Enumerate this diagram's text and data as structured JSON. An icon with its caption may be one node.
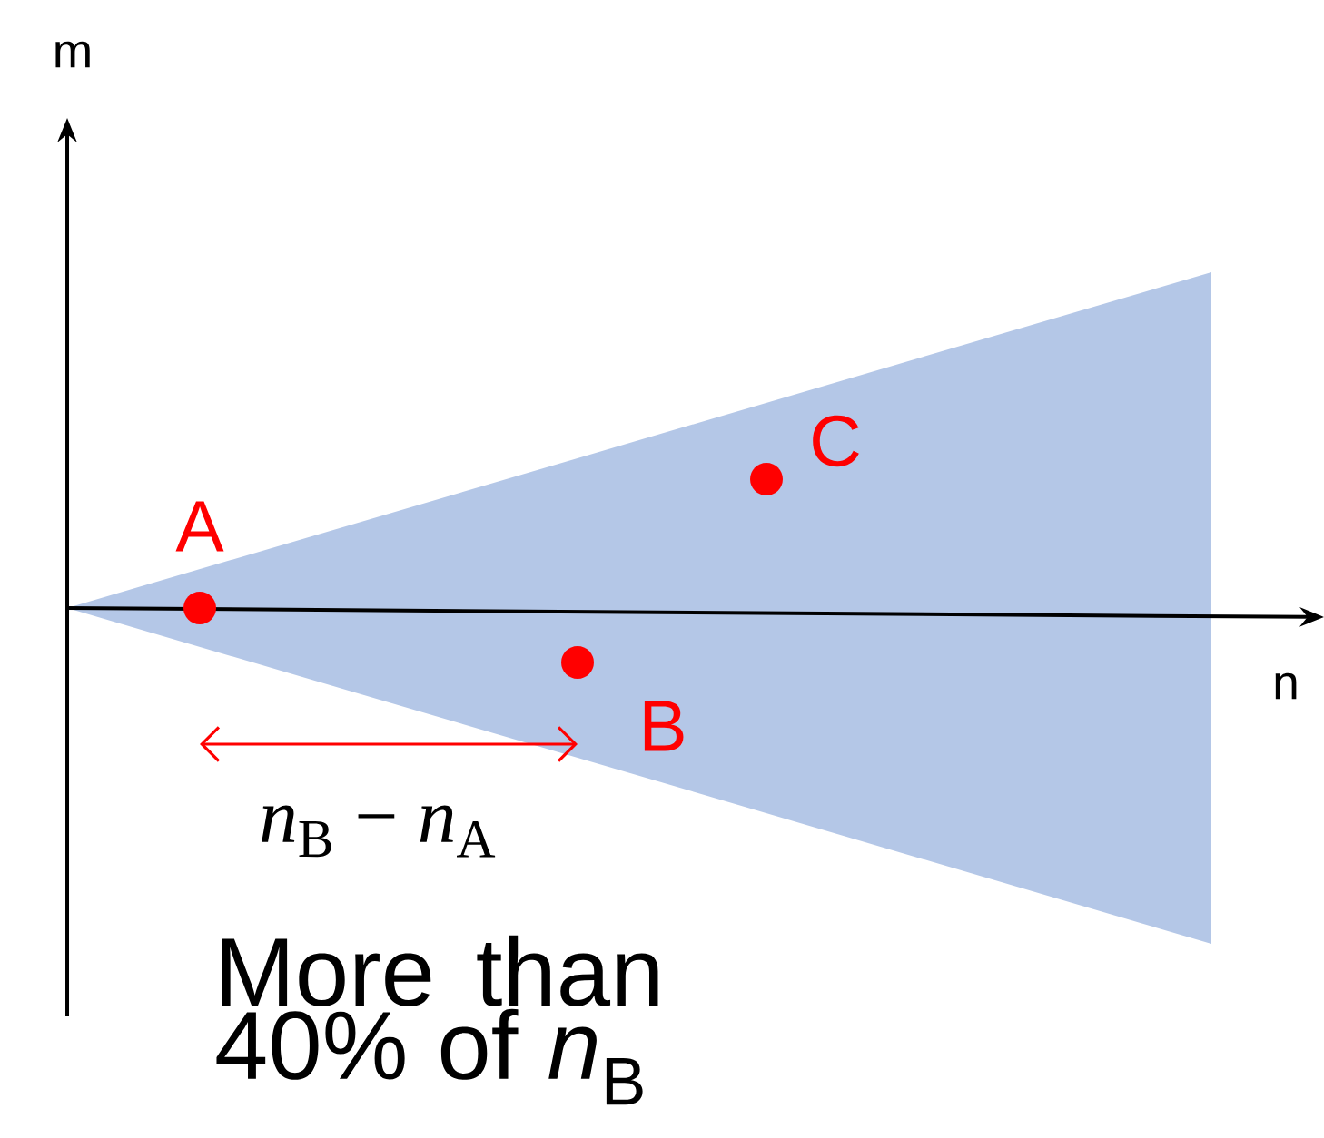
{
  "diagram": {
    "nodes": [
      {
        "text": [],
        "shape": "circle",
        "beside": [
          "A"
        ]
      },
      {
        "text": [],
        "shape": "circle",
        "beside": [
          "B"
        ]
      },
      {
        "text": [],
        "shape": "circle",
        "beside": [
          "C"
        ]
      }
    ],
    "labels": [
      "m",
      "n",
      "*n*$_{B}$ − *n*$_{A}$",
      "More than 40% of *n*$_{B}$"
    ]
  }
}
